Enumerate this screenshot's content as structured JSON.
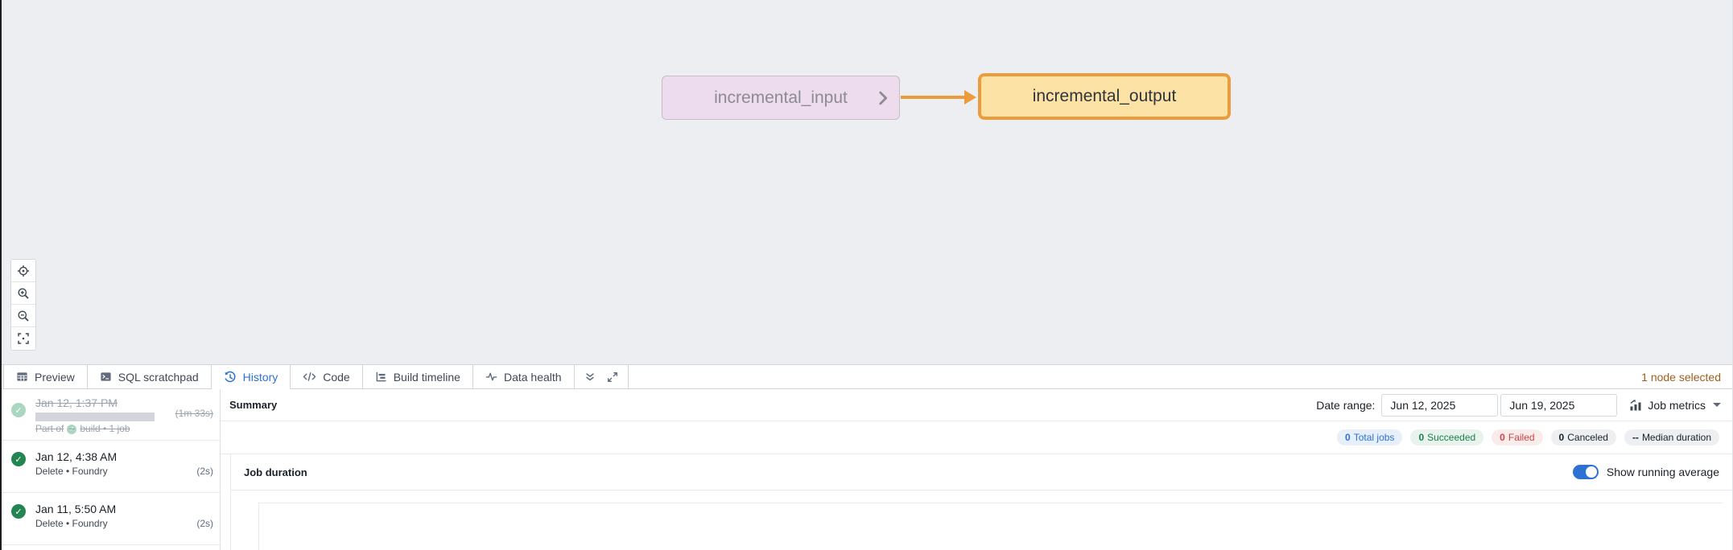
{
  "canvas": {
    "nodes": {
      "input": {
        "label": "incremental_input"
      },
      "output": {
        "label": "incremental_output"
      }
    },
    "zoom_controls": [
      {
        "icon": "locate-icon"
      },
      {
        "icon": "zoom-in-icon"
      },
      {
        "icon": "zoom-out-icon"
      },
      {
        "icon": "zoom-fit-icon"
      }
    ]
  },
  "colors": {
    "canvas_bg": "#edeef2",
    "input_node_bg": "#ecdcee",
    "output_node_bg": "#fce3a5",
    "output_node_border": "#ec9c3d",
    "arrow": "#ec9c3d",
    "accent_blue": "#2d72d2",
    "success_green": "#238551",
    "fail_red": "#cd4246",
    "selection_text": "#a05e1d"
  },
  "tabbar": {
    "tabs": [
      {
        "label": "Preview"
      },
      {
        "label": "SQL scratchpad"
      },
      {
        "label": "History"
      },
      {
        "label": "Code"
      },
      {
        "label": "Build timeline"
      },
      {
        "label": "Data health"
      }
    ],
    "active_tab": "History",
    "selection_status": "1 node selected"
  },
  "history": {
    "entries": [
      {
        "title": "Jan 12, 1:37 PM",
        "duration": "(1m 33s)",
        "part_prefix": "Part of",
        "part_suffix": "build • 1 job"
      },
      {
        "title": "Jan 12, 4:38 AM",
        "subtitle": "Delete • Foundry",
        "duration": "(2s)"
      },
      {
        "title": "Jan 11, 5:50 AM",
        "subtitle": "Delete • Foundry",
        "duration": "(2s)"
      }
    ]
  },
  "summary": {
    "title": "Summary",
    "date_range_label": "Date range:",
    "date_start": "Jun 12, 2025",
    "date_end": "Jun 19, 2025",
    "metrics_selector": "Job metrics",
    "badges": [
      {
        "value": "0",
        "label": "Total jobs"
      },
      {
        "value": "0",
        "label": "Succeeded"
      },
      {
        "value": "0",
        "label": "Failed"
      },
      {
        "value": "0",
        "label": "Canceled"
      },
      {
        "value": "--",
        "label": "Median duration"
      }
    ]
  },
  "job_duration": {
    "title": "Job duration",
    "toggle_label": "Show running average",
    "toggle_on": true
  }
}
